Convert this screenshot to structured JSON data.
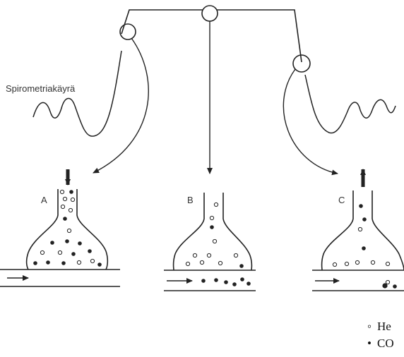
{
  "diagram": {
    "curve_label": "Spirometriakäyrä",
    "panels": [
      {
        "id": "A",
        "label": "A",
        "flow": "in"
      },
      {
        "id": "B",
        "label": "B",
        "flow": "none"
      },
      {
        "id": "C",
        "label": "C",
        "flow": "out"
      }
    ],
    "legend": [
      {
        "symbol": "◦",
        "text": "He"
      },
      {
        "symbol": "•",
        "text": "CO"
      }
    ]
  }
}
